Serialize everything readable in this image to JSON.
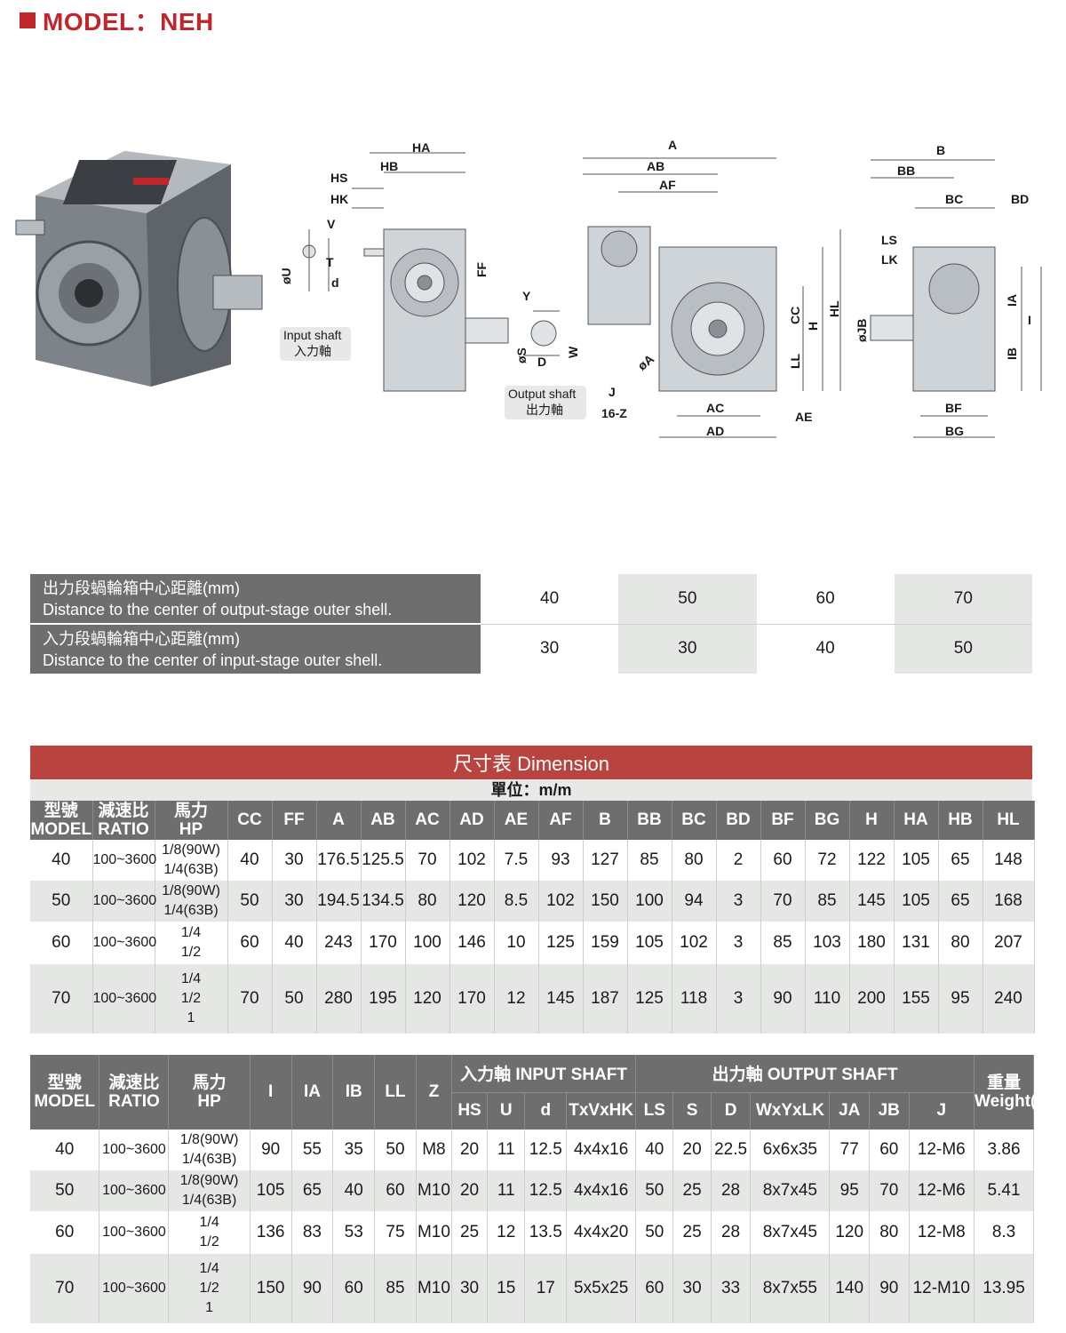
{
  "header": {
    "model_title": "MODEL：NEH"
  },
  "diagrams": {
    "side_labels": [
      "HA",
      "HB",
      "HS",
      "HK",
      "V",
      "øU",
      "T",
      "d",
      "FF"
    ],
    "input_caption": [
      "Input shaft",
      "入力軸"
    ],
    "output_labels": [
      "Y",
      "øS",
      "D",
      "W"
    ],
    "output_caption": [
      "Output shaft",
      "出力軸"
    ],
    "front_labels": [
      "A",
      "AB",
      "AF",
      "CC",
      "H",
      "HL",
      "LL",
      "øA",
      "J",
      "16-Z",
      "AC",
      "AD",
      "AE"
    ],
    "right_labels": [
      "B",
      "BB",
      "BC",
      "BD",
      "LS",
      "LK",
      "øJB",
      "IA",
      "IB",
      "I",
      "BF",
      "BG"
    ]
  },
  "distance_table": {
    "rows": [
      {
        "label_zh": "出力段蝸輪箱中心距離(mm)",
        "label_en": "Distance to the center of output-stage outer shell.",
        "values": [
          "40",
          "50",
          "60",
          "70"
        ]
      },
      {
        "label_zh": "入力段蝸輪箱中心距離(mm)",
        "label_en": "Distance to the center of input-stage outer shell.",
        "values": [
          "30",
          "30",
          "40",
          "50"
        ]
      }
    ]
  },
  "dimension": {
    "title": "尺寸表 Dimension",
    "unit": "單位：m/m"
  },
  "table1": {
    "head": [
      [
        "型號",
        "MODEL"
      ],
      [
        "減速比",
        "RATIO"
      ],
      [
        "馬力",
        "HP"
      ],
      "CC",
      "FF",
      "A",
      "AB",
      "AC",
      "AD",
      "AE",
      "AF",
      "B",
      "BB",
      "BC",
      "BD",
      "BF",
      "BG",
      "H",
      "HA",
      "HB",
      "HL"
    ],
    "rows": [
      [
        "40",
        "100~3600",
        [
          "1/8(90W)",
          "1/4(63B)"
        ],
        "40",
        "30",
        "176.5",
        "125.5",
        "70",
        "102",
        "7.5",
        "93",
        "127",
        "85",
        "80",
        "2",
        "60",
        "72",
        "122",
        "105",
        "65",
        "148"
      ],
      [
        "50",
        "100~3600",
        [
          "1/8(90W)",
          "1/4(63B)"
        ],
        "50",
        "30",
        "194.5",
        "134.5",
        "80",
        "120",
        "8.5",
        "102",
        "150",
        "100",
        "94",
        "3",
        "70",
        "85",
        "145",
        "105",
        "65",
        "168"
      ],
      [
        "60",
        "100~3600",
        [
          "1/4",
          "1/2"
        ],
        "60",
        "40",
        "243",
        "170",
        "100",
        "146",
        "10",
        "125",
        "159",
        "105",
        "102",
        "3",
        "85",
        "103",
        "180",
        "131",
        "80",
        "207"
      ],
      [
        "70",
        "100~3600",
        [
          "1/4",
          "1/2",
          "1"
        ],
        "70",
        "50",
        "280",
        "195",
        "120",
        "170",
        "12",
        "145",
        "187",
        "125",
        "118",
        "3",
        "90",
        "110",
        "200",
        "155",
        "95",
        "240"
      ]
    ]
  },
  "table2": {
    "head_top": [
      [
        "型號",
        "MODEL"
      ],
      [
        "減速比",
        "RATIO"
      ],
      [
        "馬力",
        "HP"
      ],
      "I",
      "IA",
      "IB",
      "LL",
      "Z",
      "入力軸 INPUT SHAFT",
      "出力軸 OUTPUT SHAFT",
      [
        "重量",
        "Weight(KG)"
      ]
    ],
    "head_sub": [
      "HS",
      "U",
      "d",
      "TxVxHK",
      "LS",
      "S",
      "D",
      "WxYxLK",
      "JA",
      "JB",
      "J"
    ],
    "rows": [
      [
        "40",
        "100~3600",
        [
          "1/8(90W)",
          "1/4(63B)"
        ],
        "90",
        "55",
        "35",
        "50",
        "M8",
        "20",
        "11",
        "12.5",
        "4x4x16",
        "40",
        "20",
        "22.5",
        "6x6x35",
        "77",
        "60",
        "12-M6",
        "3.86"
      ],
      [
        "50",
        "100~3600",
        [
          "1/8(90W)",
          "1/4(63B)"
        ],
        "105",
        "65",
        "40",
        "60",
        "M10",
        "20",
        "11",
        "12.5",
        "4x4x16",
        "50",
        "25",
        "28",
        "8x7x45",
        "95",
        "70",
        "12-M6",
        "5.41"
      ],
      [
        "60",
        "100~3600",
        [
          "1/4",
          "1/2"
        ],
        "136",
        "83",
        "53",
        "75",
        "M10",
        "25",
        "12",
        "13.5",
        "4x4x20",
        "50",
        "25",
        "28",
        "8x7x45",
        "120",
        "80",
        "12-M8",
        "8.3"
      ],
      [
        "70",
        "100~3600",
        [
          "1/4",
          "1/2",
          "1"
        ],
        "150",
        "90",
        "60",
        "85",
        "M10",
        "30",
        "15",
        "17",
        "5x5x25",
        "60",
        "30",
        "33",
        "8x7x55",
        "140",
        "90",
        "12-M10",
        "13.95"
      ]
    ]
  }
}
